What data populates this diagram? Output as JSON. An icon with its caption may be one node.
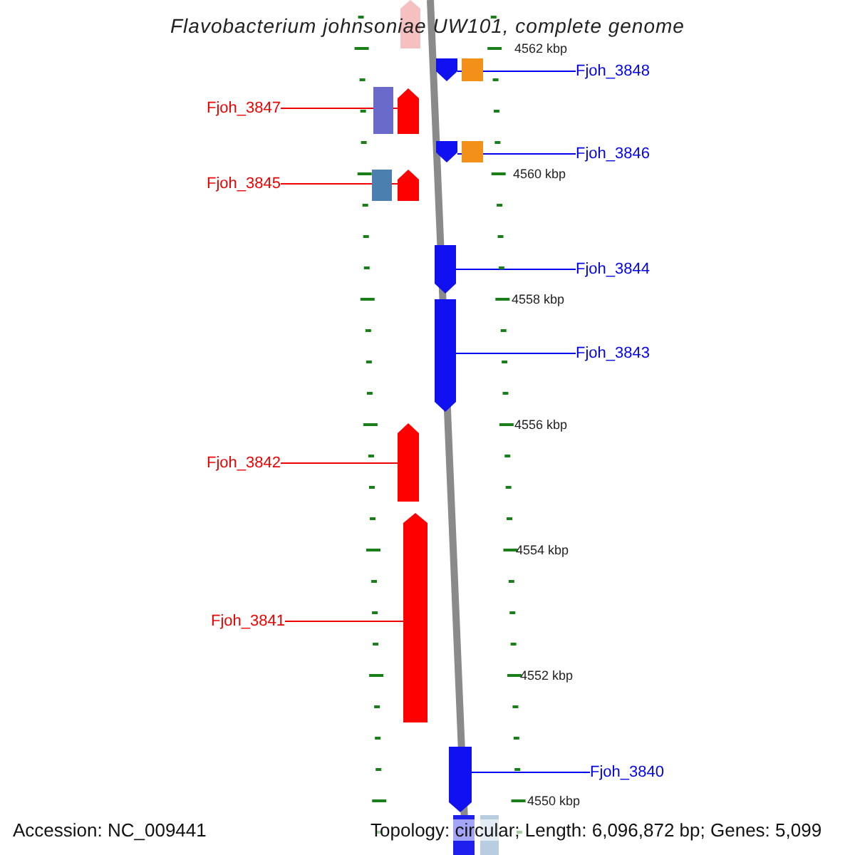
{
  "diagram": {
    "title": "Flavobacterium johnsoniae UW101, complete genome",
    "nodes": [
      {
        "text": [
          "Fjoh_3848"
        ]
      },
      {
        "text": [],
        "shape": "arrow"
      },
      {
        "text": [
          "Fjoh_3847"
        ]
      },
      {
        "text": [],
        "shape": "arrow"
      },
      {
        "text": [
          "Fjoh_3846"
        ]
      },
      {
        "text": [],
        "shape": "arrow"
      },
      {
        "text": [
          "Fjoh_3845"
        ]
      },
      {
        "text": [],
        "shape": "arrow"
      },
      {
        "text": [
          "Fjoh_3844"
        ]
      },
      {
        "text": [],
        "shape": "arrow"
      },
      {
        "text": [
          "Fjoh_3843"
        ]
      },
      {
        "text": [],
        "shape": "arrow"
      },
      {
        "text": [
          "Fjoh_3842"
        ]
      },
      {
        "text": [],
        "shape": "arrow"
      },
      {
        "text": [
          "Fjoh_3841"
        ]
      },
      {
        "text": [],
        "shape": "arrow"
      },
      {
        "text": [
          "Fjoh_3840"
        ]
      },
      {
        "text": [],
        "shape": "arrow"
      }
    ],
    "edges": [
      {
        "from": 0,
        "to": 1,
        "arrow": "none"
      },
      {
        "from": 2,
        "to": 3,
        "arrow": "none",
        "color": "#ee0000"
      },
      {
        "from": 4,
        "to": 5,
        "arrow": "none"
      },
      {
        "from": 6,
        "to": 7,
        "arrow": "none",
        "color": "#ee0000"
      },
      {
        "from": 8,
        "to": 9,
        "arrow": "none"
      },
      {
        "from": 10,
        "to": 11,
        "arrow": "none"
      },
      {
        "from": 12,
        "to": 13,
        "arrow": "none",
        "color": "#ee0000"
      },
      {
        "from": 14,
        "to": 15,
        "arrow": "none",
        "color": "#ee0000"
      },
      {
        "from": 16,
        "to": 17,
        "arrow": "none"
      }
    ],
    "labels": [
      "4562 kbp",
      "4560 kbp",
      "4558 kbp",
      "4556 kbp",
      "4554 kbp",
      "4552 kbp",
      "4550 kbp",
      "Accession: NC_009441",
      "Topology: circular; Length: 6,096,872 bp; Genes: 5,099"
    ]
  }
}
